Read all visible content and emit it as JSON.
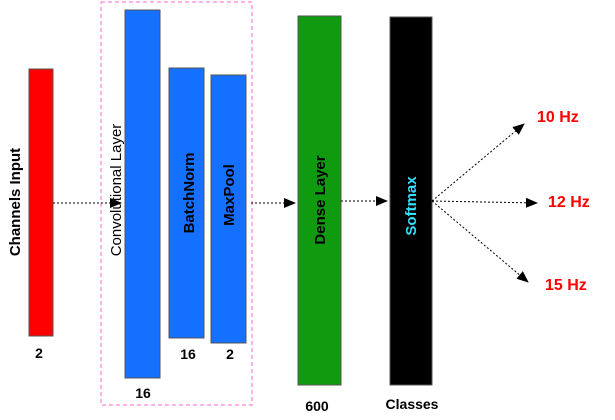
{
  "colors": {
    "input": "#ff0000",
    "conv": "#1470ff",
    "dense": "#0f9a0f",
    "softmax": "#000000",
    "softmax_text": "#33e0ff",
    "freq_text": "#ff0000",
    "group_border": "#ff66cc"
  },
  "layers": {
    "input": {
      "label": "Channels Input",
      "size": "2"
    },
    "conv": {
      "label": "Convolutional Layer",
      "size": "16"
    },
    "batchnorm": {
      "label": "BatchNorm",
      "size": "16"
    },
    "maxpool": {
      "label": "MaxPool",
      "size": "2"
    },
    "dense": {
      "label": "Dense Layer",
      "size": "600"
    },
    "softmax": {
      "label": "Softmax",
      "size": "Classes"
    }
  },
  "outputs": [
    "10 Hz",
    "12 Hz",
    "15 Hz"
  ]
}
